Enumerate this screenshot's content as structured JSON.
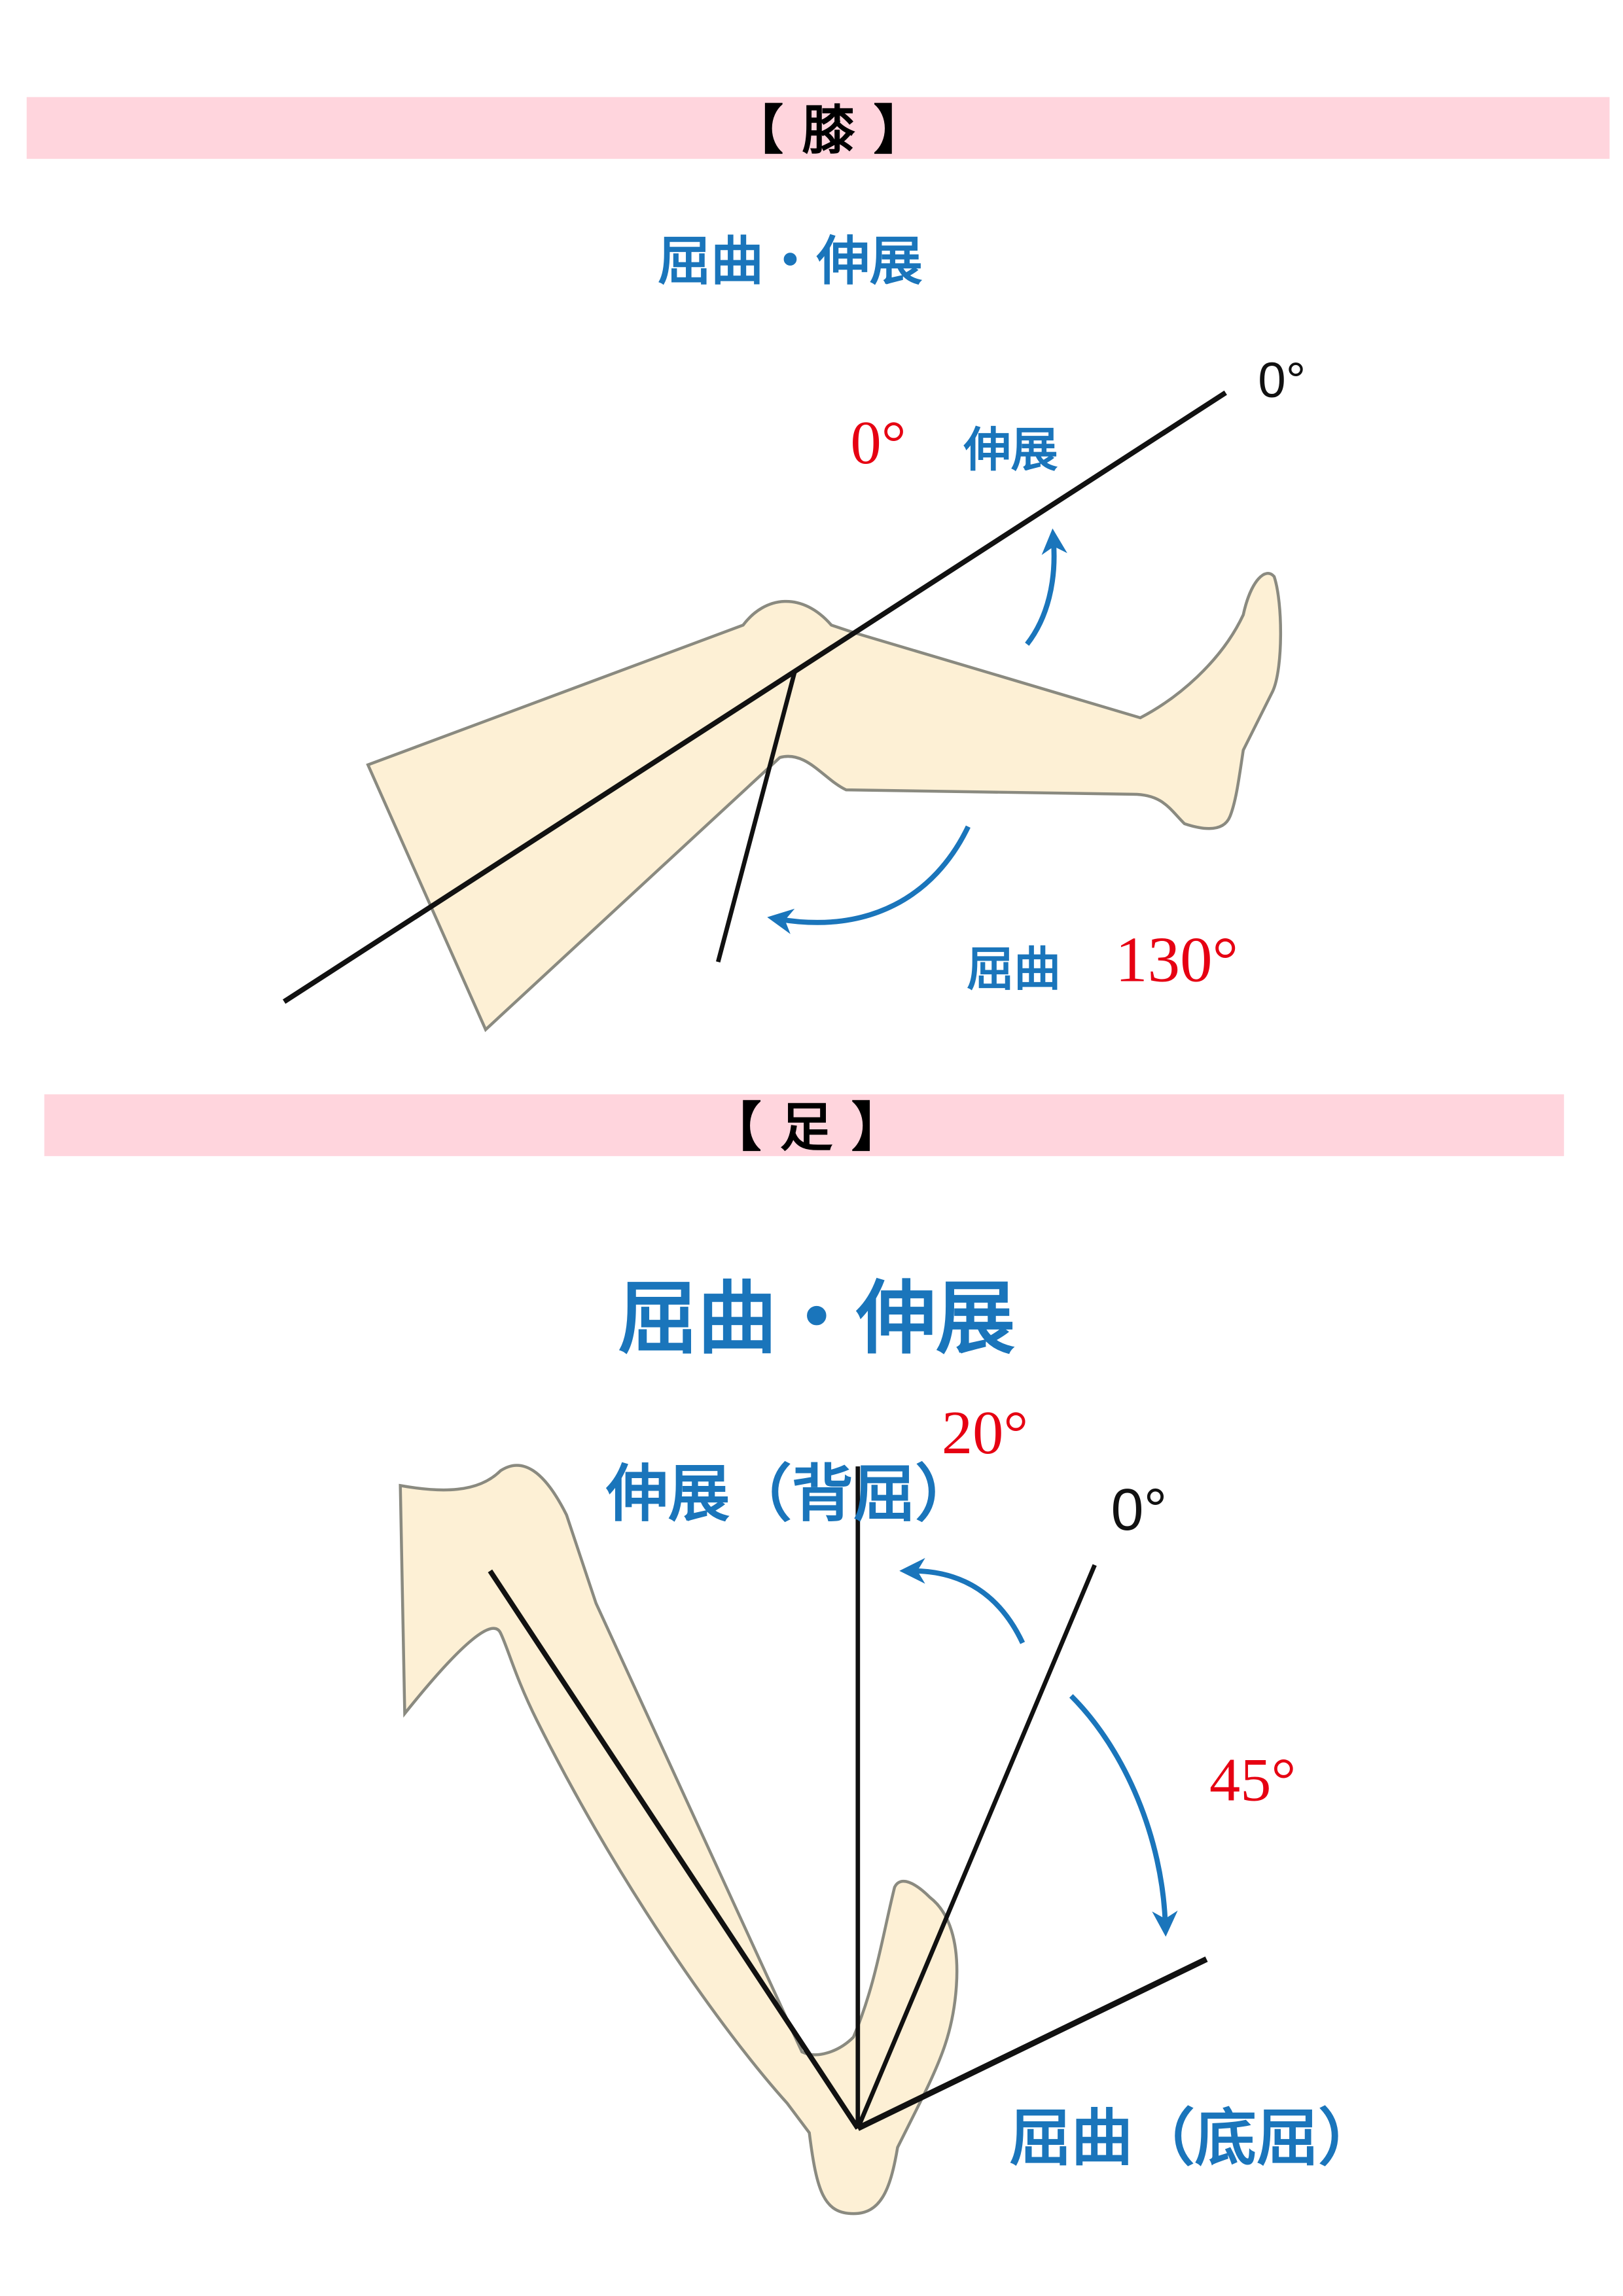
{
  "colors": {
    "banner": "#ffd5dd",
    "skin": "#fdf0d5",
    "outline": "#8a8a80",
    "blue": "#1a75bb",
    "red": "#e60012"
  },
  "knee": {
    "heading": "【 膝 】",
    "title": "屈曲・伸展",
    "zero_ref": "0°",
    "extension_label": "伸展",
    "extension_value": "0°",
    "flexion_label": "屈曲",
    "flexion_value": "130°"
  },
  "foot": {
    "heading": "【 足 】",
    "title": "屈曲・伸展",
    "extension_label": "伸展（背屈）",
    "extension_value": "20°",
    "zero_ref": "0°",
    "flexion_value": "45°",
    "flexion_label": "屈曲（底屈）"
  }
}
